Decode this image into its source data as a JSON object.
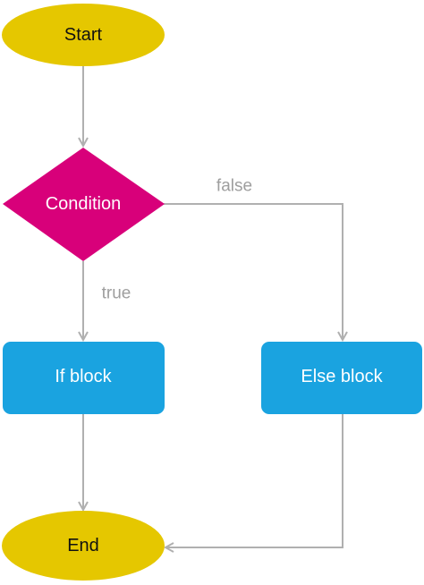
{
  "colors": {
    "terminal_fill": "#e5c700",
    "terminal_text": "#111111",
    "decision_fill": "#d8007a",
    "decision_text": "#ffffff",
    "process_fill": "#1aa3e0",
    "process_text": "#ffffff",
    "connector": "#b0b0b0",
    "edge_label": "#9e9e9e"
  },
  "nodes": {
    "start": {
      "label": "Start",
      "shape": "ellipse"
    },
    "condition": {
      "label": "Condition",
      "shape": "diamond"
    },
    "if_block": {
      "label": "If block",
      "shape": "rounded-rectangle"
    },
    "else_block": {
      "label": "Else block",
      "shape": "rounded-rectangle"
    },
    "end": {
      "label": "End",
      "shape": "ellipse"
    }
  },
  "edges": {
    "start_to_condition": {
      "from": "start",
      "to": "condition",
      "label": ""
    },
    "condition_to_if": {
      "from": "condition",
      "to": "if_block",
      "label": "true"
    },
    "condition_to_else": {
      "from": "condition",
      "to": "else_block",
      "label": "false"
    },
    "if_to_end": {
      "from": "if_block",
      "to": "end",
      "label": ""
    },
    "else_to_end": {
      "from": "else_block",
      "to": "end",
      "label": ""
    }
  }
}
